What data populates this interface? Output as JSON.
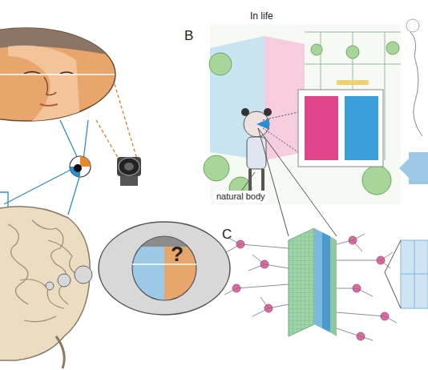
{
  "diagram": {
    "labels": [
      "B",
      "In life",
      "natural body",
      "C",
      "?"
    ]
  }
}
